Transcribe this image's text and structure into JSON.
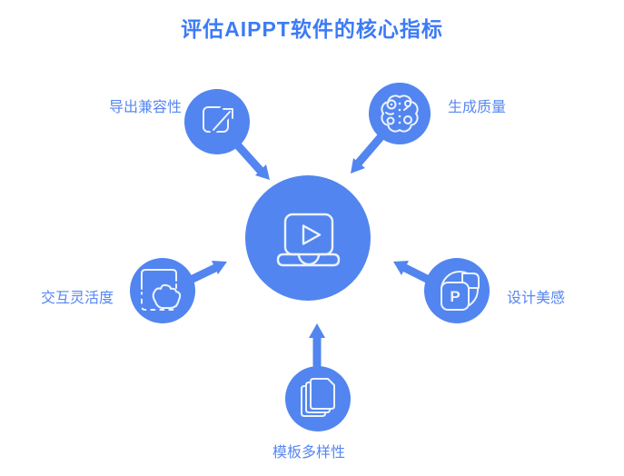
{
  "title": "评估AIPPT软件的核心指标",
  "colors": {
    "accent": "#5285EF",
    "title-blue": "#3C7BF6",
    "label-blue": "#5787F1",
    "icon-stroke": "#ECF3FE",
    "bg": "#FFFFFF"
  },
  "hub": {
    "icon": "laptop-play-icon"
  },
  "nodes": [
    {
      "id": "export",
      "label": "导出兼容性",
      "icon": "external-link-icon",
      "position": "top-left"
    },
    {
      "id": "quality",
      "label": "生成质量",
      "icon": "ai-brain-icon",
      "position": "top-right"
    },
    {
      "id": "interaction",
      "label": "交互灵活度",
      "icon": "drag-hand-icon",
      "position": "left"
    },
    {
      "id": "design",
      "label": "设计美感",
      "icon": "ppt-pie-icon",
      "position": "right"
    },
    {
      "id": "templates",
      "label": "模板多样性",
      "icon": "stacked-pages-icon",
      "position": "bottom"
    }
  ],
  "ppt_letter": "P"
}
